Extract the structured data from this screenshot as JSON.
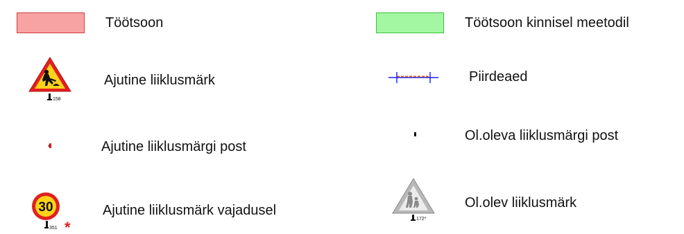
{
  "colors": {
    "work_zone_fill": "#f7a3a3",
    "work_zone_border": "#d23b3b",
    "closed_method_fill": "#a3f7a3",
    "closed_method_border": "#3bbf3b",
    "temp_post": "#e02020",
    "existing_post": "#000000",
    "fence_line": "#1a1aff",
    "fence_band": "#d2691e",
    "existing_sign": "#9a9a9a"
  },
  "legend": {
    "items": [
      {
        "id": "work-zone",
        "label": "Töötsoon",
        "icon": "red-area-swatch-icon"
      },
      {
        "id": "work-zone-closed",
        "label": "Töötsoon kinnisel meetodil",
        "icon": "green-area-swatch-icon"
      },
      {
        "id": "temp-sign",
        "label": "Ajutine liiklusmärk",
        "icon": "roadworks-warning-sign-icon",
        "sign_code": "158"
      },
      {
        "id": "fence",
        "label": "Piirdeaed",
        "icon": "barrier-fence-icon"
      },
      {
        "id": "temp-post",
        "label": "Ajutine liiklusmärgi post",
        "icon": "red-post-dot-icon"
      },
      {
        "id": "existing-post",
        "label": "Ol.oleva liiklusmärgi post",
        "icon": "black-post-dot-icon"
      },
      {
        "id": "temp-sign-needed",
        "label": "Ajutine liiklusmärk vajadusel",
        "icon": "speed-limit-sign-icon",
        "sign_code": "351",
        "speed": "30",
        "mark": "*"
      },
      {
        "id": "existing-sign",
        "label": "Ol.olev liiklusmärk",
        "icon": "pedestrian-warning-sign-icon",
        "sign_code": "172*"
      }
    ]
  }
}
